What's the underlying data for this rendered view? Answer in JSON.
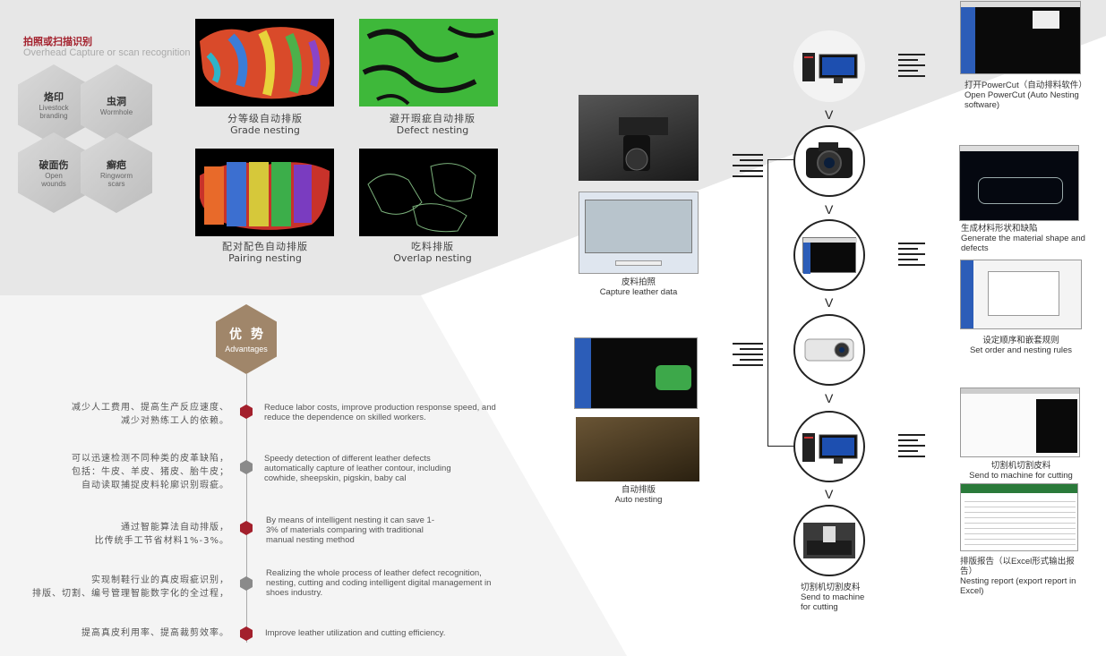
{
  "capture": {
    "title_cn": "拍照或扫描识别",
    "title_en": "Overhead Capture or scan recognition",
    "defects": [
      {
        "cn": "烙印",
        "en": "Livestock branding"
      },
      {
        "cn": "虫洞",
        "en": "Wormhole"
      },
      {
        "cn": "破面伤",
        "en": "Open wounds"
      },
      {
        "cn": "癣疤",
        "en": "Ringworm scars"
      }
    ]
  },
  "nesting": [
    {
      "cn": "分等级自动排版",
      "en": "Grade nesting"
    },
    {
      "cn": "避开瑕疵自动排版",
      "en": "Defect nesting"
    },
    {
      "cn": "配对配色自动排版",
      "en": "Pairing nesting"
    },
    {
      "cn": "吃料排版",
      "en": "Overlap nesting"
    }
  ],
  "advantages": {
    "title_cn": "优势",
    "title_en": "Advantages",
    "items": [
      {
        "cn1": "减少人工费用、提高生产反应速度、",
        "cn2": "减少对熟练工人的依赖。",
        "cn3": "",
        "en": "Reduce labor costs, improve production response speed, and reduce the dependence on skilled workers.",
        "color": "#a3202c"
      },
      {
        "cn1": "可以迅速检测不同种类的皮革缺陷，",
        "cn2": "包括：牛皮、羊皮、猪皮、胎牛皮；",
        "cn3": "自动读取捕捉皮料轮廓识别瑕疵。",
        "en": "Speedy detection of different leather defects automatically capture of leather contour, including cowhide, sheepskin, pigskin, baby cal",
        "color": "#888888"
      },
      {
        "cn1": "通过智能算法自动排版，",
        "cn2": "比传统手工节省材料1%-3%。",
        "cn3": "",
        "en": "By means of  intelligent nesting it can save 1-3% of materials comparing with traditional manual nesting method",
        "color": "#a3202c"
      },
      {
        "cn1": "实现制鞋行业的真皮瑕疵识别，",
        "cn2": "排版、切割、编号管理智能数字化的全过程，",
        "cn3": "",
        "en": "Realizing the whole process of leather defect recognition, nesting, cutting and coding intelligent digital management in shoes industry.",
        "color": "#888888"
      },
      {
        "cn1": "提高真皮利用率、提高裁剪效率。",
        "cn2": "",
        "cn3": "",
        "en": "Improve leather utilization and cutting efficiency.",
        "color": "#a3202c"
      }
    ]
  },
  "workflow": {
    "capture_cn": "皮料拍照",
    "capture_en": "Capture leather data",
    "auto_cn": "自动排版",
    "auto_en": "Auto nesting",
    "cut_cn": "切割机切割皮料",
    "cut_en": "Send to machine for cutting",
    "v": "V",
    "steps": [
      {
        "cn": "打开PowerCut（自动排料软件）",
        "en": "Open PowerCut (Auto Nesting software)"
      },
      {
        "cn": "生成材料形状和缺陷",
        "en": "Generate the material shape and defects"
      },
      {
        "cn": "设定顺序和嵌套规则",
        "en": "Set order and nesting rules"
      },
      {
        "cn": "切割机切割皮料",
        "en": "Send to machine for cutting"
      },
      {
        "cn": "排版报告（以Excel形式输出报告）",
        "en": "Nesting report (export report in Excel)"
      }
    ]
  }
}
